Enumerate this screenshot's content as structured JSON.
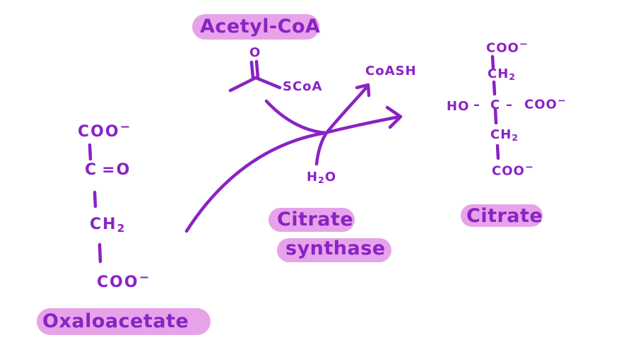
{
  "colors": {
    "ink": "#8a22c4",
    "highlight": "#e7a3ea",
    "background": "#ffffff"
  },
  "labels": {
    "acetyl_coa": "Acetyl-CoA",
    "oxaloacetate": "Oxaloacetate",
    "enzyme_line1": "Citrate",
    "enzyme_line2": "synthase",
    "citrate": "Citrate"
  },
  "acetyl_coa_structure": {
    "carbonyl_o": "O",
    "thioester": "SCoA"
  },
  "reaction": {
    "input_water": "H2O",
    "water_H": "H",
    "water_sub": "2",
    "water_O": "O",
    "output_coash": "CoASH"
  },
  "oxaloacetate_structure": {
    "top": "COO",
    "top_charge": "−",
    "c2": "C",
    "c2_double": "=O",
    "c3": "CH",
    "c3_sub": "2",
    "bottom": "COO",
    "bottom_charge": "−"
  },
  "citrate_structure": {
    "top": "COO",
    "top_charge": "−",
    "ch2_top": "CH",
    "ch2_top_sub": "2",
    "center_left": "HO",
    "center_c": "C",
    "center_right": "COO",
    "center_right_charge": "−",
    "ch2_bottom": "CH",
    "ch2_bottom_sub": "2",
    "bottom": "COO",
    "bottom_charge": "−"
  }
}
